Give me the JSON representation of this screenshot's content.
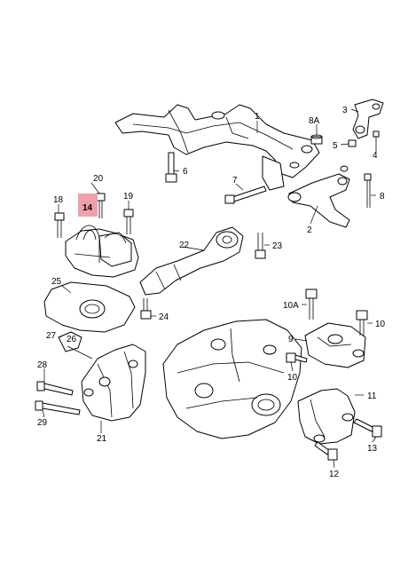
{
  "highlight_color": "#f0a0a8",
  "callouts": {
    "c1": "1",
    "c2": "2",
    "c3": "3",
    "c4": "4",
    "c5": "5",
    "c6": "6",
    "c7": "7",
    "c8": "8",
    "c8a": "8A",
    "c9": "9",
    "c10": "10",
    "c10b": "10",
    "c10a": "10A",
    "c11": "11",
    "c12": "12",
    "c13": "13",
    "c14": "14",
    "c18": "18",
    "c19": "19",
    "c20": "20",
    "c21": "21",
    "c22": "22",
    "c23": "23",
    "c24": "24",
    "c25": "25",
    "c26": "26",
    "c27": "27",
    "c28": "28",
    "c29": "29"
  }
}
